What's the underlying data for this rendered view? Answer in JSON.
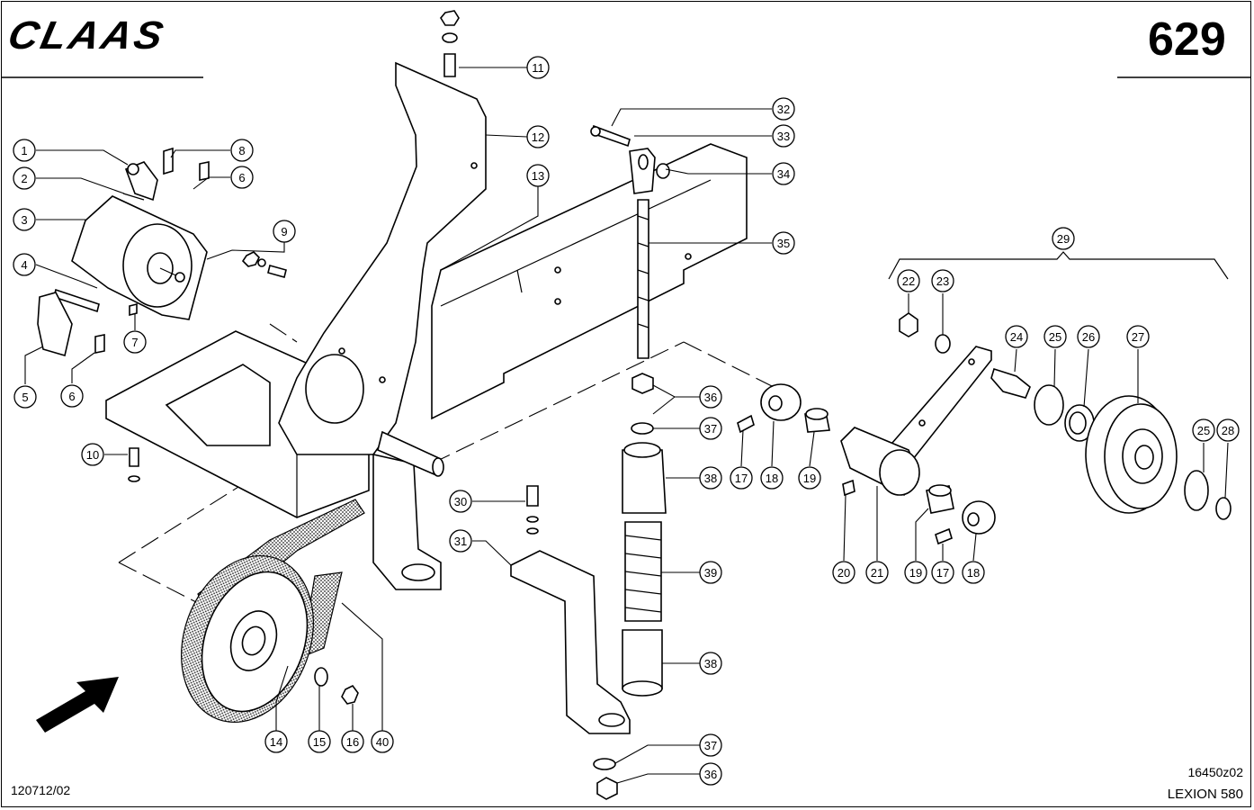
{
  "header": {
    "logo": "CLAAS",
    "page_number": "629"
  },
  "footer": {
    "doc_ref": "120712/02",
    "drawing_id": "16450z02",
    "model": "LEXION 580"
  },
  "callouts": [
    {
      "id": "c1",
      "label": "1"
    },
    {
      "id": "c2",
      "label": "2"
    },
    {
      "id": "c3",
      "label": "3"
    },
    {
      "id": "c4",
      "label": "4"
    },
    {
      "id": "c5",
      "label": "5"
    },
    {
      "id": "c6a",
      "label": "6"
    },
    {
      "id": "c6b",
      "label": "6"
    },
    {
      "id": "c7",
      "label": "7"
    },
    {
      "id": "c8",
      "label": "8"
    },
    {
      "id": "c9",
      "label": "9"
    },
    {
      "id": "c10",
      "label": "10"
    },
    {
      "id": "c11",
      "label": "11"
    },
    {
      "id": "c12",
      "label": "12"
    },
    {
      "id": "c13",
      "label": "13"
    },
    {
      "id": "c14",
      "label": "14"
    },
    {
      "id": "c15",
      "label": "15"
    },
    {
      "id": "c16",
      "label": "16"
    },
    {
      "id": "c17a",
      "label": "17"
    },
    {
      "id": "c17b",
      "label": "17"
    },
    {
      "id": "c18a",
      "label": "18"
    },
    {
      "id": "c18b",
      "label": "18"
    },
    {
      "id": "c19a",
      "label": "19"
    },
    {
      "id": "c19b",
      "label": "19"
    },
    {
      "id": "c20",
      "label": "20"
    },
    {
      "id": "c21",
      "label": "21"
    },
    {
      "id": "c22",
      "label": "22"
    },
    {
      "id": "c23",
      "label": "23"
    },
    {
      "id": "c24",
      "label": "24"
    },
    {
      "id": "c25a",
      "label": "25"
    },
    {
      "id": "c25b",
      "label": "25"
    },
    {
      "id": "c26",
      "label": "26"
    },
    {
      "id": "c27",
      "label": "27"
    },
    {
      "id": "c28",
      "label": "28"
    },
    {
      "id": "c29",
      "label": "29"
    },
    {
      "id": "c30",
      "label": "30"
    },
    {
      "id": "c31",
      "label": "31"
    },
    {
      "id": "c32",
      "label": "32"
    },
    {
      "id": "c33",
      "label": "33"
    },
    {
      "id": "c34",
      "label": "34"
    },
    {
      "id": "c35",
      "label": "35"
    },
    {
      "id": "c36a",
      "label": "36"
    },
    {
      "id": "c36b",
      "label": "36"
    },
    {
      "id": "c37a",
      "label": "37"
    },
    {
      "id": "c37b",
      "label": "37"
    },
    {
      "id": "c38a",
      "label": "38"
    },
    {
      "id": "c38b",
      "label": "38"
    },
    {
      "id": "c39",
      "label": "39"
    },
    {
      "id": "c40",
      "label": "40"
    }
  ]
}
